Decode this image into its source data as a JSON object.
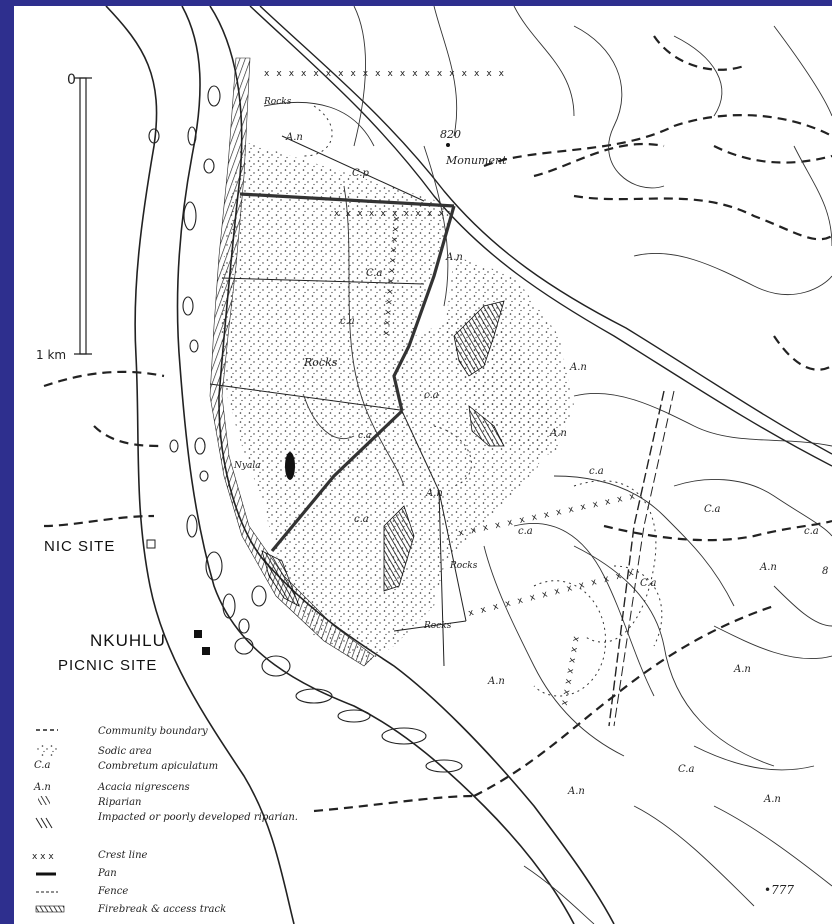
{
  "scale_bar": {
    "top_label": "0",
    "bottom_label": "1 km"
  },
  "sites": {
    "nic_site": "NIC SITE",
    "nkuhlu": "NKUHLU",
    "picnic_site": "PICNIC SITE"
  },
  "spot_heights": {
    "monument_value": "820",
    "monument_label": "Monument",
    "other_value": "•777"
  },
  "place_labels": {
    "rocks": "Rocks",
    "nyala": "Nyala",
    "truncated_right": "8"
  },
  "vegetation_codes": {
    "combretum": "C.a",
    "acacia": "A.n",
    "combretum_lower": "c.a",
    "acacia_lower": "A.n",
    "cp": "C.p"
  },
  "legend": [
    {
      "symbol": "dash-line",
      "label": "Community boundary"
    },
    {
      "symbol": "stipple",
      "label": "Sodic area"
    },
    {
      "symbol": "code-ca",
      "label": "Combretum apiculatum",
      "code": "C.a"
    },
    {
      "symbol": "code-an",
      "label": "Acacia nigrescens",
      "code": "A.n"
    },
    {
      "symbol": "riparian-hatch",
      "label": "Riparian"
    },
    {
      "symbol": "impacted-hatch",
      "label": "Impacted or poorly developed riparian."
    },
    {
      "symbol": "crest-x",
      "label": "Crest line",
      "code": "x x x"
    },
    {
      "symbol": "pan-bar",
      "label": "Pan"
    },
    {
      "symbol": "fence-line",
      "label": "Fence"
    },
    {
      "symbol": "firebreak-bar",
      "label": "Firebreak & access track"
    }
  ],
  "colors": {
    "frame": "#2e2f8e",
    "paper": "#ffffff",
    "ink": "#222222"
  }
}
